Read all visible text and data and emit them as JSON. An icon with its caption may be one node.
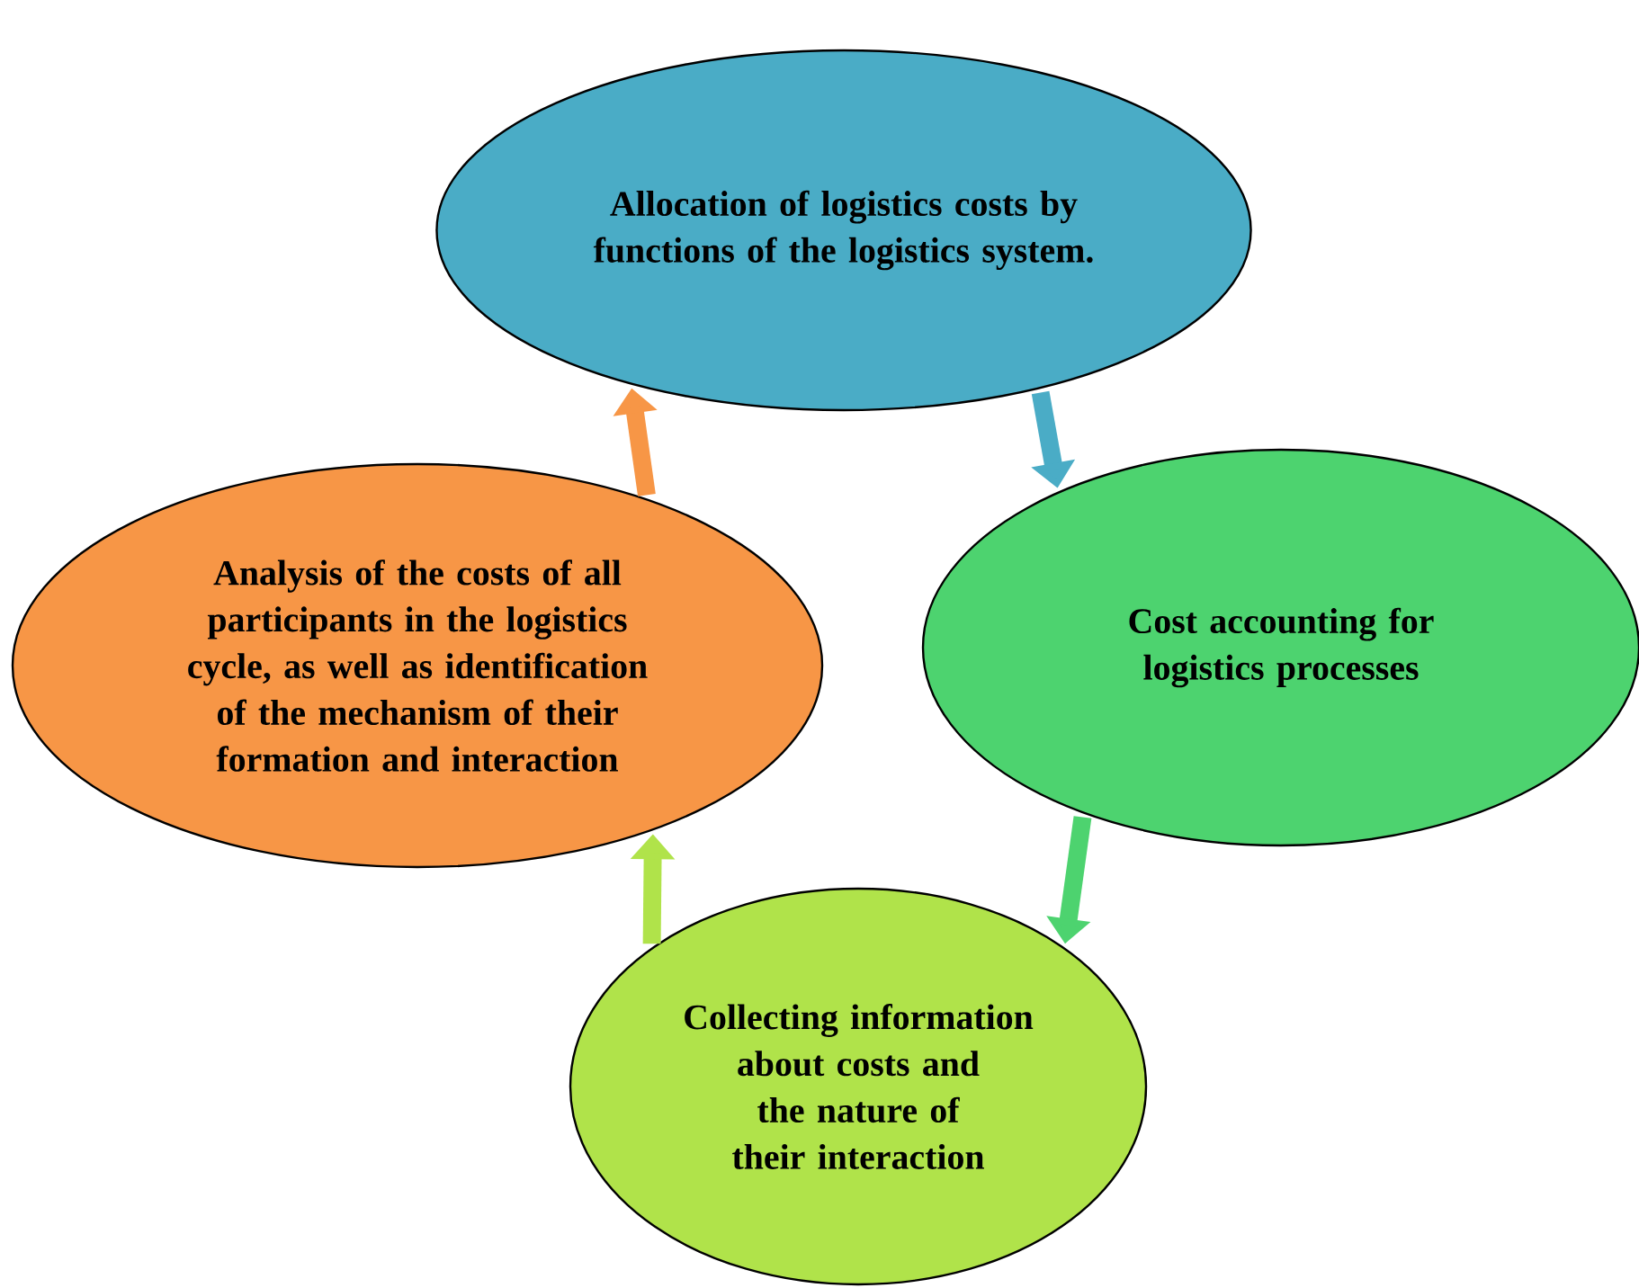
{
  "diagram": {
    "nodes": [
      {
        "text": [
          "Allocation of logistics costs by functions of the logistics system."
        ]
      },
      {
        "text": [
          "Cost accounting for logistics processes"
        ]
      },
      {
        "text": [
          "Collecting information about costs and the nature of their interaction"
        ]
      },
      {
        "text": [
          "Analysis of the costs of all participants in the logistics cycle, as well as identification of the mechanism of their formation and interaction"
        ]
      }
    ],
    "edges": [
      {
        "from": 0,
        "to": 1,
        "arrow": "to",
        "color": "#4aacc6"
      },
      {
        "from": 1,
        "to": 2,
        "arrow": "to",
        "color": "#4dd36f"
      },
      {
        "from": 2,
        "to": 3,
        "arrow": "to",
        "color": "#b0e34a"
      },
      {
        "from": 3,
        "to": 0,
        "arrow": "to",
        "color": "#f79646"
      }
    ]
  }
}
